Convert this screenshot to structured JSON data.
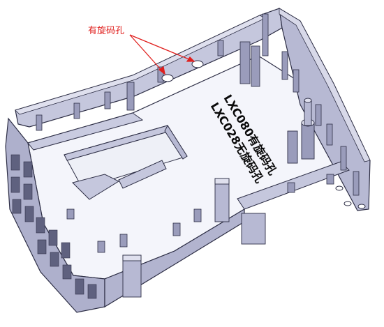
{
  "annotation": {
    "label": "有旋码孔",
    "color": "#e0201e"
  },
  "part_labels": {
    "line1": "LXC080有旋码孔",
    "line2": "LXC028无旋码孔"
  },
  "colors": {
    "body": "#c5c7dd",
    "floor": "#f4f5fb",
    "shade": "#9a9cbb",
    "dark": "#6b6d8f",
    "edge": "#2d2e45"
  }
}
